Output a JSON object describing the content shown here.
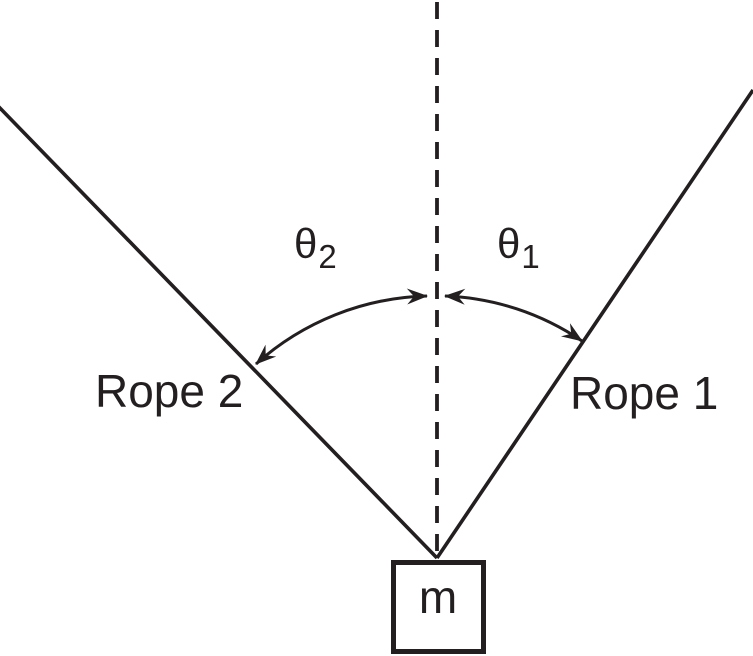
{
  "diagram": {
    "background_color": "#ffffff",
    "line_color": "#231f20",
    "mass": {
      "label": "m"
    },
    "rope1": {
      "label": "Rope 1"
    },
    "rope2": {
      "label": "Rope 2"
    },
    "angle1": {
      "symbol": "θ",
      "subscript": "1"
    },
    "angle2": {
      "symbol": "θ",
      "subscript": "2"
    }
  }
}
